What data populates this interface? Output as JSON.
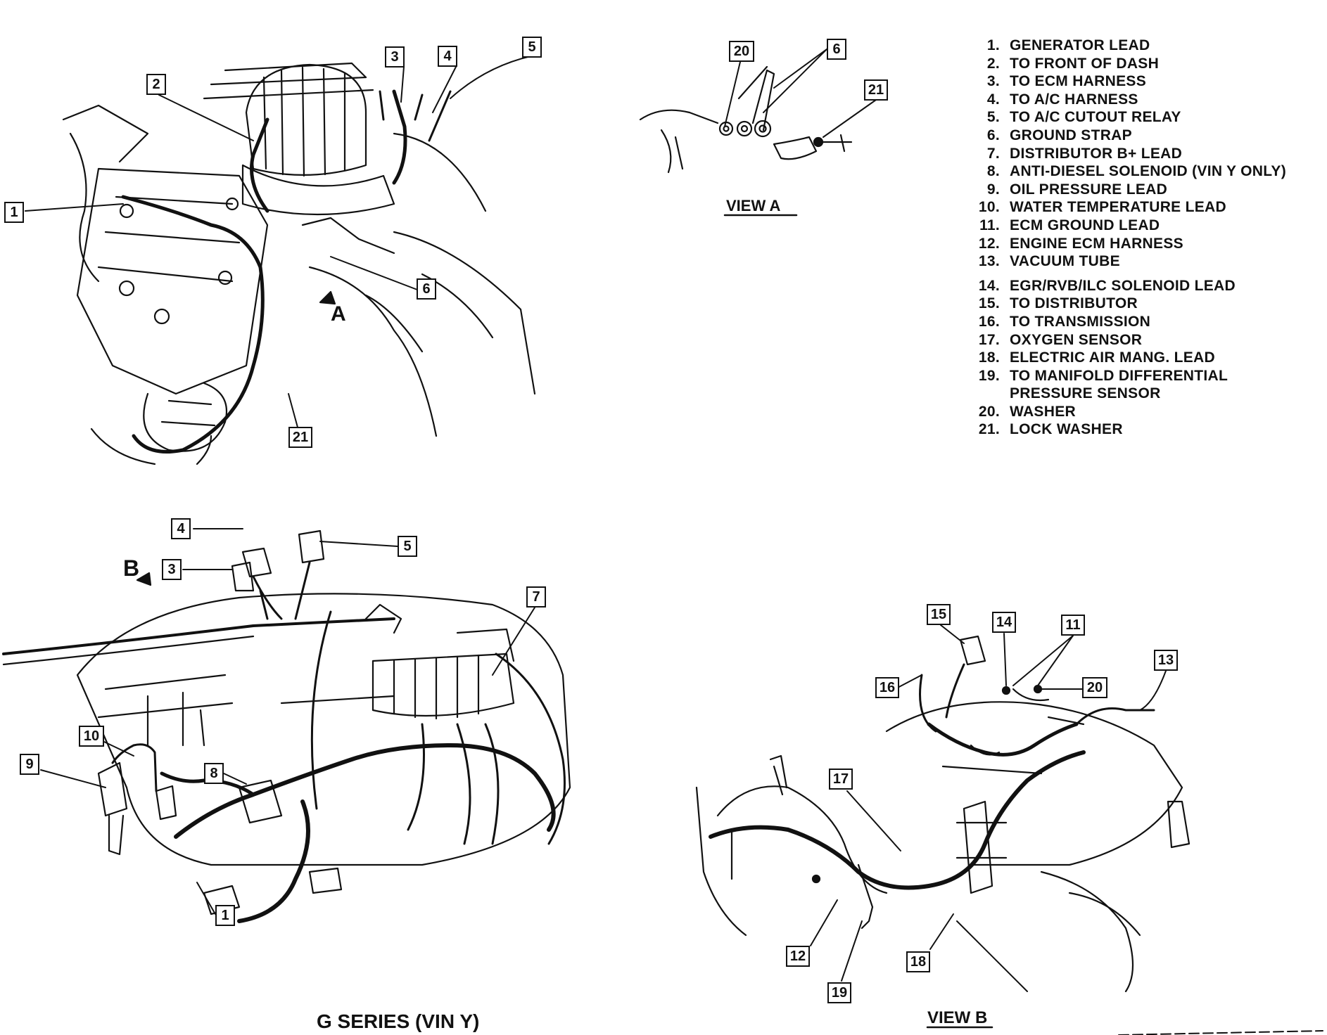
{
  "legend": [
    {
      "num": "1.",
      "text": "GENERATOR LEAD"
    },
    {
      "num": "2.",
      "text": "TO FRONT OF DASH"
    },
    {
      "num": "3.",
      "text": "TO ECM HARNESS"
    },
    {
      "num": "4.",
      "text": "TO A/C HARNESS"
    },
    {
      "num": "5.",
      "text": "TO A/C CUTOUT RELAY"
    },
    {
      "num": "6.",
      "text": "GROUND STRAP"
    },
    {
      "num": "7.",
      "text": "DISTRIBUTOR B+ LEAD"
    },
    {
      "num": "8.",
      "text": "ANTI-DIESEL SOLENOID (VIN Y ONLY)"
    },
    {
      "num": "9.",
      "text": "OIL PRESSURE LEAD"
    },
    {
      "num": "10.",
      "text": "WATER TEMPERATURE LEAD"
    },
    {
      "num": "11.",
      "text": "ECM GROUND LEAD"
    },
    {
      "num": "12.",
      "text": "ENGINE ECM HARNESS"
    },
    {
      "num": "13.",
      "text": "VACUUM TUBE"
    },
    {
      "num": "14.",
      "text": "EGR/RVB/ILC SOLENOID LEAD"
    },
    {
      "num": "15.",
      "text": "TO DISTRIBUTOR"
    },
    {
      "num": "16.",
      "text": "TO TRANSMISSION"
    },
    {
      "num": "17.",
      "text": "OXYGEN SENSOR"
    },
    {
      "num": "18.",
      "text": "ELECTRIC AIR MANG. LEAD"
    },
    {
      "num": "19.",
      "text": "TO MANIFOLD DIFFERENTIAL",
      "cont": "PRESSURE SENSOR"
    },
    {
      "num": "20.",
      "text": "WASHER"
    },
    {
      "num": "21.",
      "text": "LOCK WASHER"
    }
  ],
  "captions": {
    "view_a": "VIEW A",
    "view_b": "VIEW B",
    "g_series": "G SERIES (VIN Y)",
    "arrow_a": "A",
    "arrow_b": "B"
  },
  "callouts": {
    "top_main": [
      "1",
      "2",
      "3",
      "4",
      "5",
      "6",
      "21"
    ],
    "view_a": [
      "20",
      "6",
      "21"
    ],
    "bottom_main": [
      "4",
      "3",
      "5",
      "7",
      "10",
      "9",
      "8",
      "1"
    ],
    "view_b": [
      "15",
      "14",
      "11",
      "13",
      "16",
      "20",
      "17",
      "12",
      "18",
      "19"
    ]
  }
}
